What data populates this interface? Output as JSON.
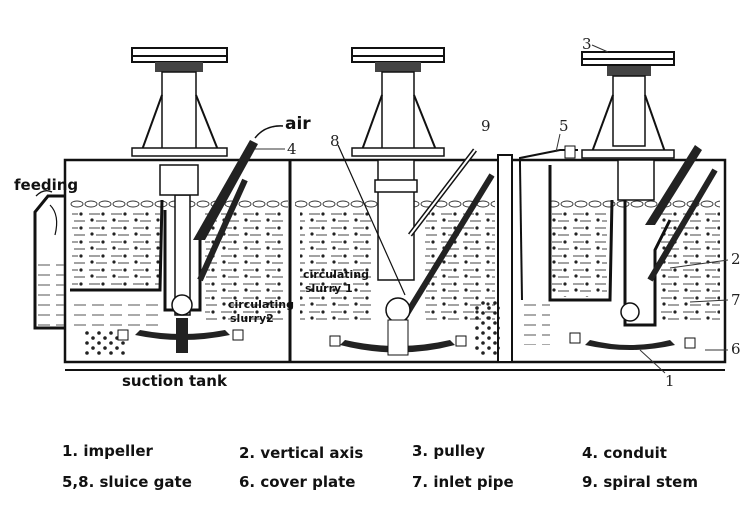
{
  "figure": {
    "labels": {
      "feeding": "feeding",
      "air": "air",
      "circulating_slurry_1_line1": "circulating",
      "circulating_slurry_1_line2": "slurry 1",
      "circulating_slurry_2_line1": "circulating",
      "circulating_slurry_2_line2": "slurry2",
      "suction_tank": "suction tank"
    },
    "callouts": {
      "n1": "1",
      "n2": "2",
      "n3": "3",
      "n4": "4",
      "n5": "5",
      "n6": "6",
      "n7": "7",
      "n8": "8",
      "n9": "9"
    },
    "legend": [
      {
        "text": "1. impeller"
      },
      {
        "text": "2. vertical axis"
      },
      {
        "text": "3. pulley"
      },
      {
        "text": "4. conduit"
      },
      {
        "text": "5,8. sluice gate"
      },
      {
        "text": "6. cover plate"
      },
      {
        "text": "7. inlet pipe"
      },
      {
        "text": "9. spiral stem"
      }
    ]
  }
}
